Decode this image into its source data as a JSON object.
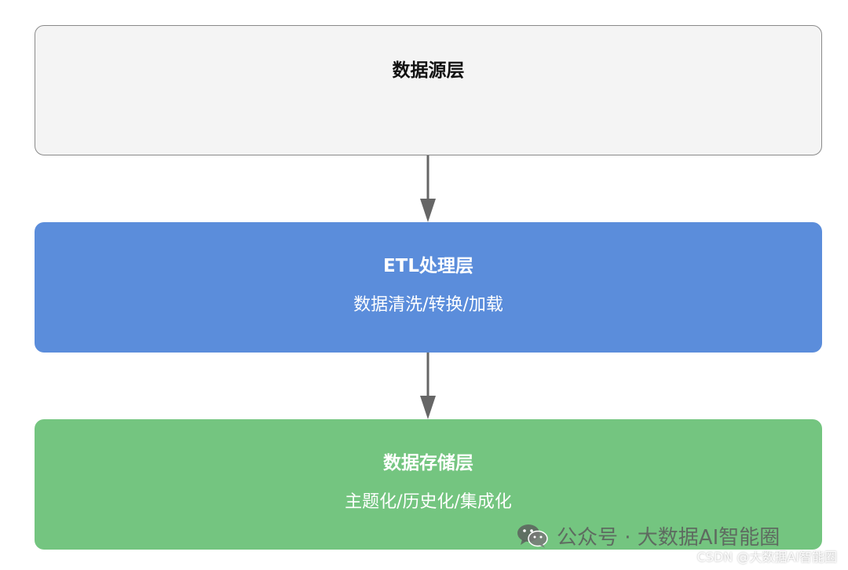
{
  "diagram": {
    "layers": [
      {
        "title": "数据源层",
        "description": ""
      },
      {
        "title": "ETL处理层",
        "description": "数据清洗/转换/加载"
      },
      {
        "title": "数据存储层",
        "description": "主题化/历史化/集成化"
      }
    ],
    "colors": {
      "source_fill": "#f4f4f4",
      "etl_fill": "#5b8ddb",
      "storage_fill": "#74c580",
      "arrow": "#666666"
    }
  },
  "watermark": {
    "text": "公众号 · 大数据AI智能圈",
    "icon": "wechat-icon"
  },
  "credit": {
    "text": "CSDN @大数据AI智能圈"
  }
}
